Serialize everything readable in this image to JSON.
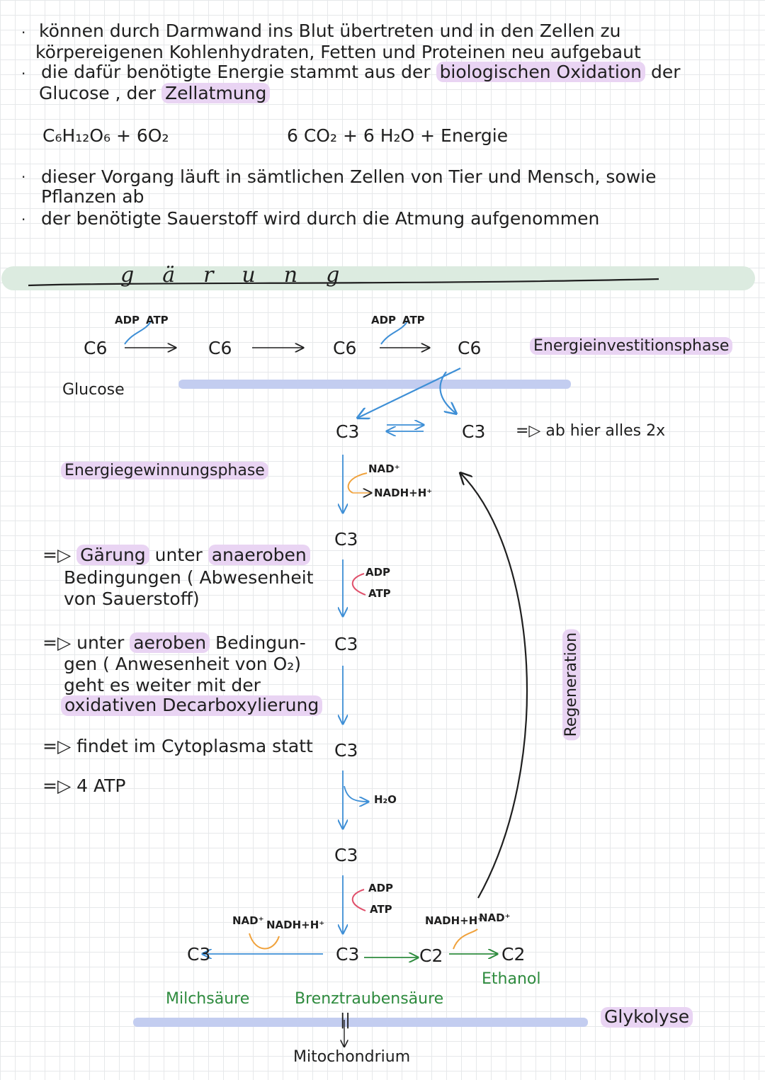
{
  "intro": {
    "line1": "können durch Darmwand ins Blut übertreten und in den Zellen zu",
    "line2": "körpereigenen Kohlenhydraten, Fetten und Proteinen neu aufgebaut",
    "line3a": "die dafür benötigte Energie stammt aus der",
    "line3b": "biologischen Oxidation",
    "line3c": "der",
    "line4a": "Glucose , der",
    "line4b": "Zellatmung",
    "eq_left": "C₆H₁₂O₆ + 6O₂",
    "eq_right": "6 CO₂ + 6 H₂O + Energie",
    "line5": "dieser Vorgang läuft in sämtlichen Zellen von Tier und Mensch, sowie",
    "line6": "Pflanzen ab",
    "line7": "der benötigte Sauerstoff wird durch die Atmung aufgenommen"
  },
  "heading": "gärung",
  "diagram": {
    "adp1": "ADP",
    "atp1": "ATP",
    "adp2": "ADP",
    "atp2": "ATP",
    "c6": "C6",
    "glucose": "Glucose",
    "investment_phase": "Energieinvestitionsphase",
    "c3": "C3",
    "from_here": "=▷ ab hier alles 2x",
    "gain_phase": "Energiegewinnungsphase",
    "nad": "NAD⁺",
    "nadh": "NADH+H⁺",
    "adp": "ADP",
    "atp": "ATP",
    "h2o": "H₂O",
    "c2": "C2",
    "milchsaeure": "Milchsäure",
    "brenztraubensaeure": "Brenztraubensäure",
    "equals": "||",
    "mitochondrium": "Mitochondrium",
    "ethanol": "Ethanol",
    "regeneration": "Regeneration",
    "glykolyse": "Glykolyse"
  },
  "notes": {
    "n1a": "=▷",
    "n1b": "Gärung",
    "n1c": "unter",
    "n1d": "anaeroben",
    "n1e": "Bedingungen ( Abwesenheit",
    "n1f": "von Sauerstoff)",
    "n2a": "=▷ unter",
    "n2b": "aeroben",
    "n2c": "Bedingun-",
    "n2d": "gen ( Anwesenheit von O₂)",
    "n2e": "geht es weiter mit der",
    "n2f": "oxidativen Decarboxylierung",
    "n3": "=▷ findet im Cytoplasma statt",
    "n4": "=▷ 4 ATP"
  },
  "colors": {
    "highlight": "#e9d4f3",
    "band_green": "#dcebe0",
    "bar_blue": "#c3cdf0",
    "arrow_blue": "#3e8fd6",
    "arrow_orange": "#f0a23c",
    "arrow_green": "#2e8b3e"
  }
}
